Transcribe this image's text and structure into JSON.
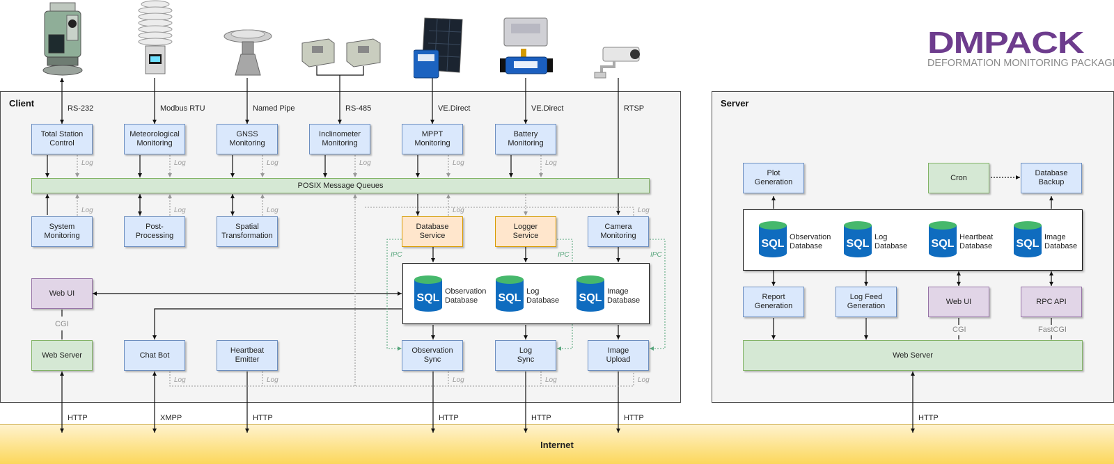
{
  "logo": {
    "main": "DMPACK",
    "subtitle": "DEFORMATION MONITORING PACKAGE"
  },
  "client": {
    "title": "Client",
    "protocols": {
      "rs232": "RS-232",
      "modbus": "Modbus RTU",
      "named_pipe": "Named Pipe",
      "rs485": "RS-485",
      "vedirect1": "VE.Direct",
      "vedirect2": "VE.Direct",
      "rtsp": "RTSP"
    },
    "top_row": [
      "Total Station\nControl",
      "Meteorological\nMonitoring",
      "GNSS\nMonitoring",
      "Inclinometer\nMonitoring",
      "MPPT\nMonitoring",
      "Battery\nMonitoring"
    ],
    "mq_label": "POSIX Message Queues",
    "system_monitoring": "System\nMonitoring",
    "post_processing": "Post-\nProcessing",
    "spatial_transformation": "Spatial\nTransformation",
    "database_service": "Database\nService",
    "logger_service": "Logger\nService",
    "camera_monitoring": "Camera\nMonitoring",
    "web_ui": "Web UI",
    "cgi": "CGI",
    "web_server": "Web Server",
    "chat_bot": "Chat Bot",
    "heartbeat_emitter": "Heartbeat\nEmitter",
    "observation_sync": "Observation\nSync",
    "log_sync": "Log\nSync",
    "image_upload": "Image\nUpload",
    "databases": [
      "Observation\nDatabase",
      "Log\nDatabase",
      "Image\nDatabase"
    ]
  },
  "server": {
    "title": "Server",
    "plot_generation": "Plot\nGeneration",
    "cron": "Cron",
    "database_backup": "Database\nBackup",
    "databases": [
      "Observation\nDatabase",
      "Log\nDatabase",
      "Heartbeat\nDatabase",
      "Image\nDatabase"
    ],
    "report_generation": "Report\nGeneration",
    "log_feed_generation": "Log Feed\nGeneration",
    "web_ui": "Web UI",
    "rpc_api": "RPC API",
    "cgi": "CGI",
    "fastcgi": "FastCGI",
    "web_server": "Web Server"
  },
  "sql_text": "SQL",
  "log_label": "Log",
  "ipc_label": "IPC",
  "internet_label": "Internet",
  "internet_protocols": [
    "HTTP",
    "XMPP",
    "HTTP",
    "HTTP",
    "HTTP",
    "HTTP",
    "HTTP"
  ],
  "colors": {
    "blue_fill": "#dae8fc",
    "green_fill": "#d5e8d4",
    "orange_fill": "#ffe6cc",
    "purple_fill": "#e1d5e7",
    "sql_blue": "#0f6cbf",
    "logo_purple": "#6d3c8d",
    "ipc_green": "#5aa77e"
  }
}
